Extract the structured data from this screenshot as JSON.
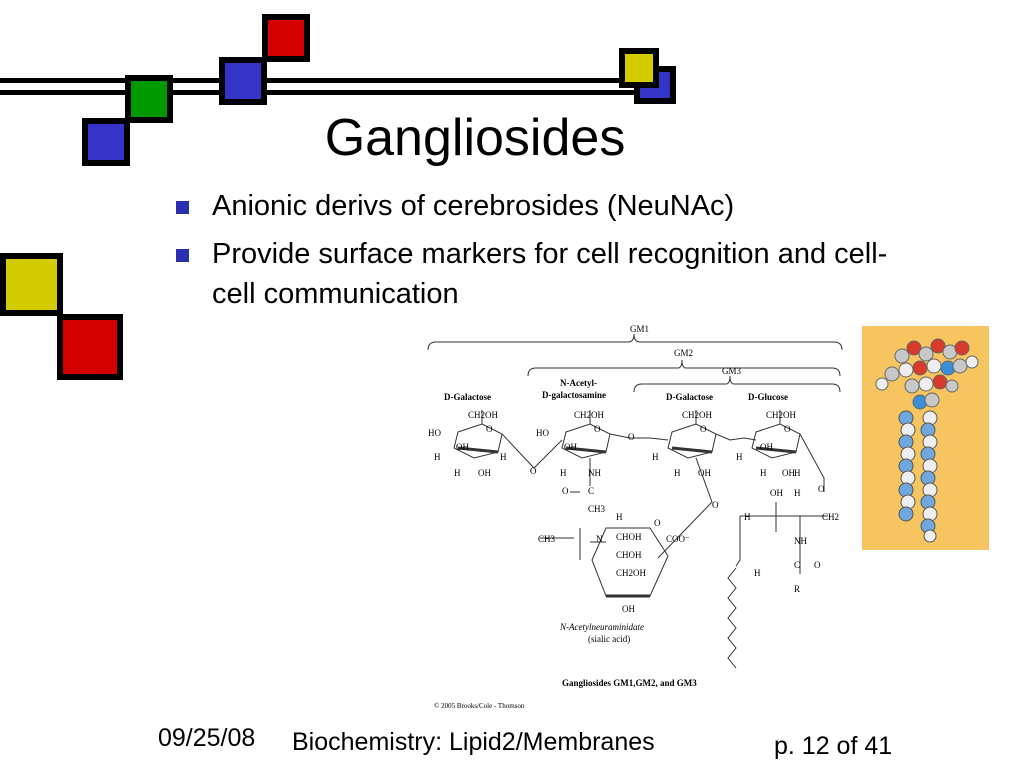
{
  "slide": {
    "title": "Gangliosides",
    "bullets": [
      "Anionic derivs of cerebrosides (NeuNAc)",
      "Provide surface markers for cell recognition and cell-cell communication"
    ]
  },
  "figure": {
    "bracket_labels": {
      "gm1": "GM1",
      "gm2": "GM2",
      "gm3": "GM3"
    },
    "sugar_labels": {
      "galactose1": "D-Galactose",
      "acetyl_line1": "N-Acetyl-",
      "acetyl_line2": "D-galactosamine",
      "galactose2": "D-Galactose",
      "glucose": "D-Glucose"
    },
    "sialic_line1": "N-Acetylneuraminidate",
    "sialic_line2": "(sialic acid)",
    "caption": "Gangliosides GM1,GM2, and GM3",
    "copyright": "© 2005 Brooks/Cole - Thomson",
    "atoms": {
      "ch2oh": "CH2OH",
      "ho": "HO",
      "oh": "OH",
      "h": "H",
      "o": "O",
      "nh": "NH",
      "ch3": "CH3",
      "coo": "COO⁻",
      "chohs": "CHOH",
      "ch2": "CH2",
      "r": "R",
      "n": "N",
      "c": "C"
    }
  },
  "footer": {
    "date": "09/25/08",
    "course": "Biochemistry: Lipid2/Membranes",
    "page": "p. 12 of 41"
  },
  "colors": {
    "red": "#d40000",
    "green": "#009a00",
    "blue": "#3434c8",
    "yellow": "#d2cc00",
    "bullet": "#2a2fb0",
    "model_bg": "#f6c55f"
  }
}
